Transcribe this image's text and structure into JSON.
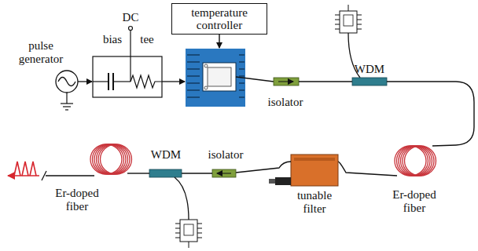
{
  "diagram": {
    "nodes": [
      {
        "text": [
          "temperature controller"
        ]
      }
    ],
    "labels": [
      "pulse generator",
      "bias",
      "DC",
      "tee",
      "isolator",
      "WDM",
      "Er-doped fiber",
      "tunable filter",
      "isolator",
      "WDM",
      "Er-doped fiber"
    ]
  }
}
